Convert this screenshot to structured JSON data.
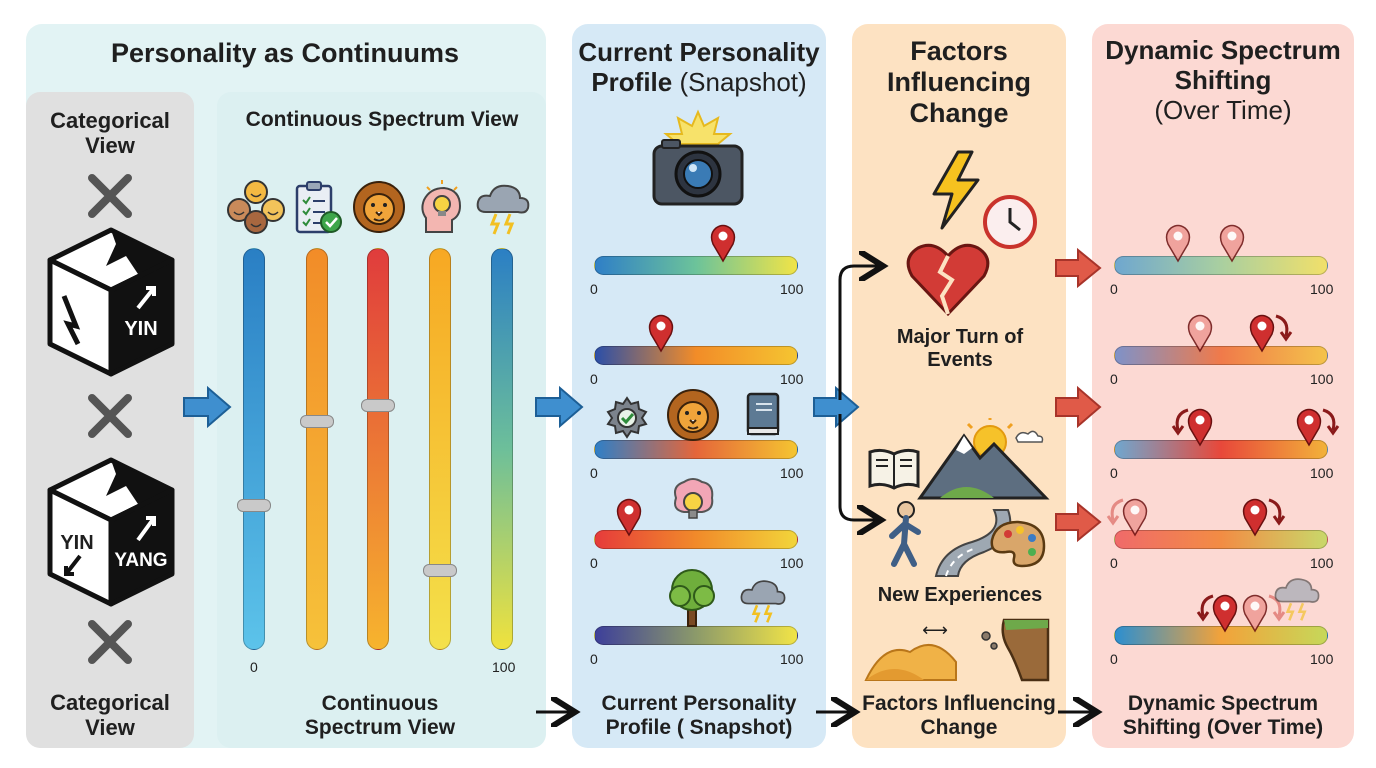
{
  "panel1": {
    "title": "Personality as Continuums",
    "categorical": {
      "top_label": "Categorical View",
      "bottom_label": "Categorical View",
      "cube1_label": "YIN",
      "cube2_label_left": "YIN",
      "cube2_label_right": "YANG"
    },
    "continuous": {
      "top_label": "Continuous Spectrum View",
      "bottom_label": "Continuous Spectrum View",
      "min_label": "0",
      "max_label": "100",
      "sliders": [
        {
          "icon": "people-faces-icon",
          "handle": 0.64,
          "colors": [
            "#2a7fc4",
            "#5cc3ea"
          ]
        },
        {
          "icon": "clipboard-checklist-icon",
          "handle": 0.43,
          "colors": [
            "#f28c28",
            "#f6c23a"
          ]
        },
        {
          "icon": "lion-icon",
          "handle": 0.39,
          "colors": [
            "#e03c3c",
            "#f7b42e"
          ]
        },
        {
          "icon": "lightbulb-head-icon",
          "handle": 0.8,
          "colors": [
            "#f7a823",
            "#f4e14a"
          ]
        },
        {
          "icon": "storm-cloud-icon",
          "handle": null,
          "colors": [
            "#2b7fc4",
            "#6dbf9a",
            "#f0e23d"
          ]
        }
      ]
    }
  },
  "panel2": {
    "title_bold": "Current Personality Profile",
    "title_light": "(Snapshot)",
    "bottom_label": "Current Personality Profile ( Snapshot)",
    "icon": "camera-icon",
    "bars": [
      {
        "marker": 63,
        "min": "0",
        "max": "100",
        "colors": [
          "#2f7fc7",
          "#6cc39a",
          "#f1e447"
        ]
      },
      {
        "marker": 33,
        "min": "0",
        "max": "100",
        "colors": [
          "#2b4fa8",
          "#f28c28",
          "#f5c531"
        ]
      },
      {
        "marker": null,
        "min": "0",
        "max": "100",
        "colors": [
          "#2f7fc7",
          "#e5663a",
          "#f5c531"
        ],
        "icons": [
          "gear-check-icon",
          "lion-icon",
          "book-icon"
        ]
      },
      {
        "marker": 17,
        "min": "0",
        "max": "100",
        "colors": [
          "#e63b3b",
          "#f18a2a",
          "#f2d53a"
        ],
        "icons": [
          "brain-lightbulb-icon"
        ]
      },
      {
        "marker": null,
        "min": "0",
        "max": "100",
        "colors": [
          "#3d3f9a",
          "#8c9a6a",
          "#f1e447"
        ],
        "icons": [
          "tree-icon",
          "storm-cloud-icon"
        ]
      }
    ]
  },
  "panel3": {
    "title": "Factors Influencing Change",
    "bottom_label": "Factors Influencing Change",
    "group1_label": "Major Turn of Events",
    "group2_label": "New Experiences",
    "icons": [
      "lightning-icon",
      "clock-icon",
      "broken-heart-icon",
      "book-icon",
      "mountain-sun-icon",
      "walking-person-icon",
      "paint-palette-icon",
      "desert-dunes-icon",
      "cliff-icon"
    ],
    "dune_arrow": "⟷"
  },
  "panel4": {
    "title_bold": "Dynamic Spectrum Shifting",
    "title_light": "(Over Time)",
    "bottom_label": "Dynamic Spectrum Shifting (Over Time)",
    "bars": [
      {
        "markers": [
          30,
          55
        ],
        "min": "0",
        "max": "100",
        "colors": [
          "#6fa7cf",
          "#a9cfa0",
          "#f1e06a"
        ]
      },
      {
        "markers": [
          40,
          69
        ],
        "min": "0",
        "max": "100",
        "colors": [
          "#7e92c9",
          "#f07a4a",
          "#f4c34b"
        ]
      },
      {
        "markers": [
          40,
          91
        ],
        "min": "0",
        "max": "100",
        "colors": [
          "#6fa7cf",
          "#e8483a",
          "#f2b23a"
        ]
      },
      {
        "markers": [
          10,
          66
        ],
        "min": "0",
        "max": "100",
        "colors": [
          "#f06a6a",
          "#f28c44",
          "#c9d86a"
        ]
      },
      {
        "markers": [
          52,
          66
        ],
        "min": "0",
        "max": "100",
        "colors": [
          "#2c8fd0",
          "#f2a23a",
          "#c6d85a"
        ]
      }
    ]
  },
  "colors": {
    "panel1_bg": "#e2f3f4",
    "categorical_bg": "#e0e0e0",
    "continuous_bg": "#dcf0f1",
    "panel2_bg": "#d6e9f6",
    "panel3_bg": "#fde2c2",
    "panel4_bg": "#fcd9d3",
    "arrow_blue": "#3f8fcf",
    "arrow_red": "#e05a48",
    "marker_red": "#cf2f2f"
  }
}
